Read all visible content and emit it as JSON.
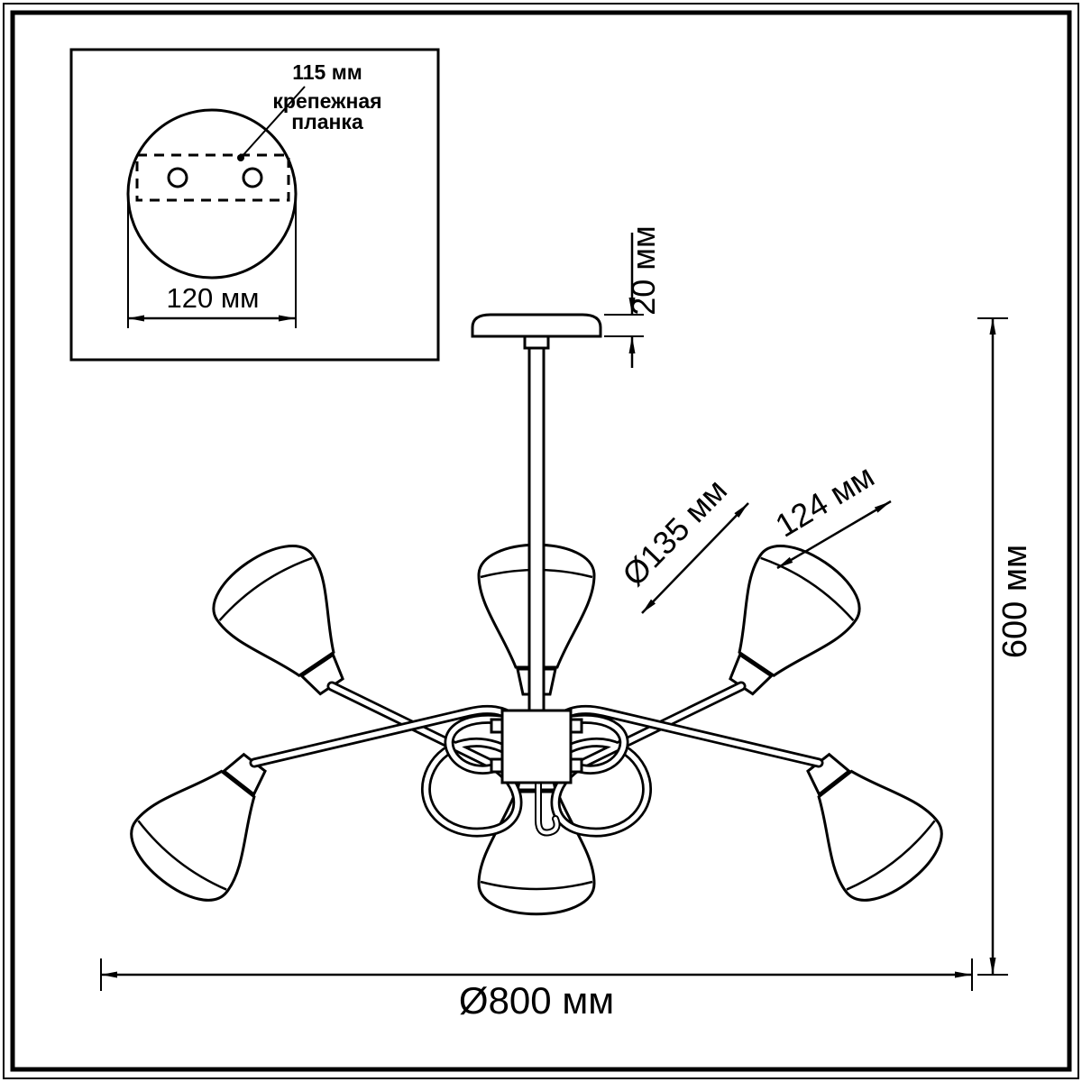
{
  "page": {
    "background": "#ffffff",
    "line_color": "#000000",
    "description_labels": {}
  },
  "inset": {
    "dim_hole_spacing": "115 мм",
    "plate_label_line1": "крепежная",
    "plate_label_line2": "планка",
    "dim_plate_width": "120 мм"
  },
  "dimensions": {
    "canopy_height": "20 мм",
    "shade_diameter": "Ø135 мм",
    "shade_length": "124 мм",
    "overall_height": "600 мм",
    "overall_diameter": "Ø800 мм"
  }
}
